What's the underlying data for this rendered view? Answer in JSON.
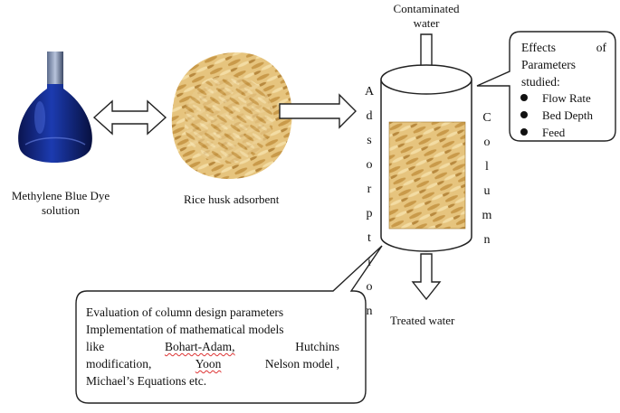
{
  "labels": {
    "dye": [
      "Methylene Blue Dye",
      "solution"
    ],
    "adsorbent": "Rice husk adsorbent",
    "input": [
      "Contaminated",
      "water"
    ],
    "output": "Treated water",
    "adsorption_letters": [
      "A",
      "d",
      "s",
      "o",
      "r",
      "p",
      "t",
      "i",
      "o",
      "n"
    ],
    "column_letters": [
      "C",
      "o",
      "l",
      "u",
      "m",
      "n"
    ]
  },
  "effects_callout": {
    "heading": [
      "Effects",
      "of"
    ],
    "heading_rest": [
      "Parameters",
      "studied:"
    ],
    "items": [
      "Flow Rate",
      "Bed Depth",
      "Feed"
    ]
  },
  "evaluation_callout": {
    "line1": "Evaluation of column design parameters",
    "line2": "Implementation of mathematical models",
    "line3": [
      "like",
      "Bohart-Adam,",
      "Hutchins"
    ],
    "line4": [
      "modification,",
      "Yoon",
      "Nelson model ,"
    ],
    "line5": "Michael’s Equations etc."
  },
  "colors": {
    "dye_blue": "#0f1e6e",
    "husk": "#d9b46a",
    "outline": "#222222"
  }
}
